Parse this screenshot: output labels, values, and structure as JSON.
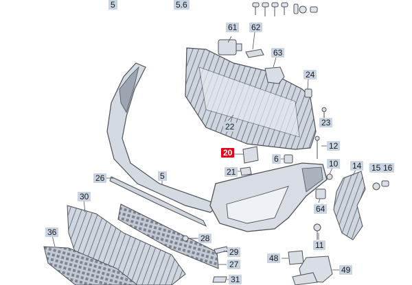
{
  "diagram": {
    "callouts": {
      "c5_top": "5",
      "c5_6": "5.6",
      "c61": "61",
      "c62": "62",
      "c63": "63",
      "c24": "24",
      "c23": "23",
      "c22": "22",
      "c12": "12",
      "c20": "20",
      "c6": "6",
      "c21": "21",
      "c10": "10",
      "c14": "14",
      "c15": "15",
      "c16": "16",
      "c26": "26",
      "c5": "5",
      "c30": "30",
      "c64": "64",
      "c36": "36",
      "c28": "28",
      "c11": "11",
      "c29": "29",
      "c48": "48",
      "c27": "27",
      "c49": "49",
      "c31": "31"
    },
    "highlighted": "20",
    "colors": {
      "label_bg": "#c9d4e2",
      "highlight_bg": "#e3001b",
      "part_fill": "#d7dde5",
      "part_stroke": "#4a4f57",
      "part_shadow": "#9aa3ae"
    }
  }
}
